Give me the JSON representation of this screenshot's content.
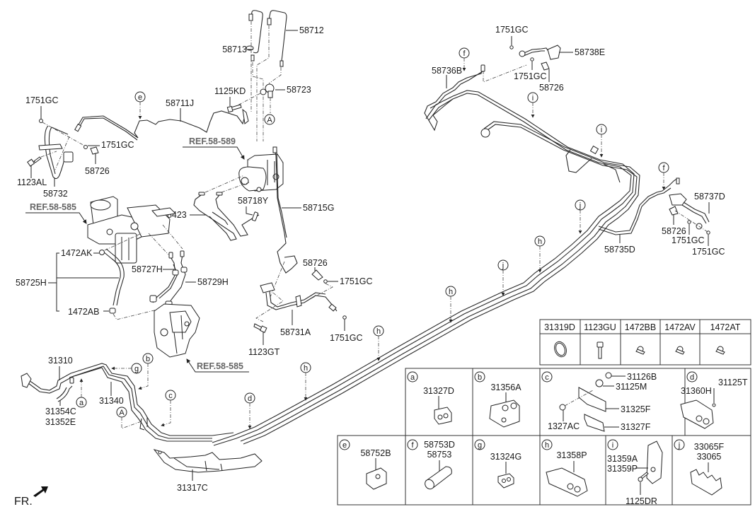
{
  "diagram": {
    "front_marker": "FR.",
    "refs": {
      "abs_module": "REF.58-589",
      "master_cylinder": "REF.58-585",
      "booster": "REF.58-585"
    },
    "callouts": {
      "A_top": "A",
      "A_bottom": "A",
      "e_top": "e",
      "f_top": "f",
      "f_right": "f",
      "i_1": "i",
      "i_2": "i",
      "j_1": "j",
      "j_2": "j",
      "h_1": "h",
      "h_2": "h",
      "h_3": "h",
      "h_4": "h",
      "a_left": "a",
      "b_left": "b",
      "c_left": "c",
      "d_left": "d",
      "g_left": "g"
    },
    "labels": {
      "p58713": "58713",
      "p58712": "58712",
      "p58723": "58723",
      "p1125KD": "1125KD",
      "p58711J": "58711J",
      "p1751GC_tl": "1751GC",
      "p1751GC_ml": "1751GC",
      "p58726_l": "58726",
      "p1123AL": "1123AL",
      "p58732": "58732",
      "p58718Y": "58718Y",
      "p58715G": "58715G",
      "p58423": "58423",
      "p1472AK": "1472AK",
      "p58725H": "58725H",
      "p1472AB": "1472AB",
      "p58727H": "58727H",
      "p58729H": "58729H",
      "p58726_c": "58726",
      "p1751GC_c1": "1751GC",
      "p58731A": "58731A",
      "p1751GC_c2": "1751GC",
      "p1123GT": "1123GT",
      "p1751GC_tr1": "1751GC",
      "p58738E": "58738E",
      "p58736B": "58736B",
      "p1751GC_tr2": "1751GC",
      "p58726_tr": "58726",
      "p58737D": "58737D",
      "p58726_r": "58726",
      "p1751GC_r1": "1751GC",
      "p1751GC_r2": "1751GC",
      "p58735D": "58735D",
      "p31310": "31310",
      "p31340": "31340",
      "p31354C": "31354C",
      "p31352E": "31352E",
      "p31317C": "31317C"
    },
    "hardware_table": {
      "columns": [
        "31319D",
        "1123GU",
        "1472BB",
        "1472AV",
        "1472AT"
      ],
      "icons": [
        "o-ring-icon",
        "bolt-icon",
        "clip-icon",
        "clip-icon",
        "clip-icon"
      ]
    },
    "clip_table": {
      "cells": [
        {
          "letter": "a",
          "parts": [
            "31327D"
          ]
        },
        {
          "letter": "b",
          "parts": [
            "31356A"
          ]
        },
        {
          "letter": "c",
          "parts": [
            "31126B",
            "31125M",
            "31325F",
            "1327AC",
            "31327F"
          ]
        },
        {
          "letter": "d",
          "parts": [
            "31125T",
            "31360H"
          ]
        },
        {
          "letter": "e",
          "parts": [
            "58752B"
          ]
        },
        {
          "letter": "f",
          "parts": [
            "58753D",
            "58753"
          ]
        },
        {
          "letter": "g",
          "parts": [
            "31324G"
          ]
        },
        {
          "letter": "h",
          "parts": [
            "31358P"
          ]
        },
        {
          "letter": "i",
          "parts": [
            "31359A",
            "31359P",
            "1125DR"
          ]
        },
        {
          "letter": "j",
          "parts": [
            "33065F",
            "33065"
          ]
        }
      ]
    }
  }
}
